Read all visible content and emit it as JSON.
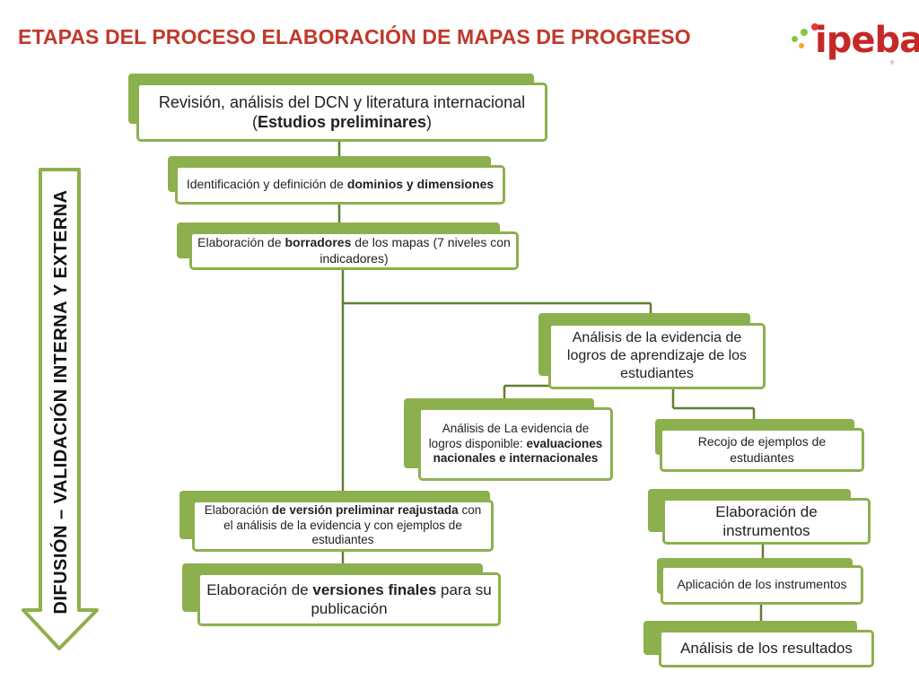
{
  "title": "ETAPAS DEL PROCESO ELABORACIÓN DE MAPAS DE PROGRESO",
  "logo": {
    "text": "ipeba",
    "tm": "®"
  },
  "side_label": "DIFUSIÓN – VALIDACIÓN INTERNA Y EXTERNA",
  "colors": {
    "title": "#c0392b",
    "box_border": "#8db04e",
    "logo": "#c62828"
  },
  "steps": {
    "s1": {
      "pre": "Revisión, análisis del DCN y literatura internacional (",
      "bold": "Estudios preliminares",
      "post": ")"
    },
    "s2": {
      "pre": "Identificación y definición de ",
      "bold": "dominios y dimensiones",
      "post": ""
    },
    "s3": {
      "pre": "Elaboración  de ",
      "bold": "borradores",
      "post": " de los mapas  (7 niveles con indicadores)"
    },
    "s4": {
      "pre": "Análisis  de la evidencia de logros de aprendizaje de los estudiantes",
      "bold": "",
      "post": ""
    },
    "s5": {
      "pre": "Análisis de La evidencia de logros disponible: ",
      "bold": "evaluaciones nacionales e internacionales",
      "post": ""
    },
    "s6": {
      "pre": "Recojo  de ejemplos de estudiantes",
      "bold": "",
      "post": ""
    },
    "s7": {
      "pre": "Elaboración ",
      "bold": "de versión preliminar reajustada",
      "post": " con el análisis de la  evidencia y con ejemplos de estudiantes"
    },
    "s8": {
      "pre": "Elaboración de instrumentos",
      "bold": "",
      "post": ""
    },
    "s9": {
      "pre": "Aplicación de los instrumentos",
      "bold": "",
      "post": ""
    },
    "s10": {
      "pre": "Elaboración de ",
      "bold": "versiones finales",
      "post": " para su publicación"
    },
    "s11": {
      "pre": "Análisis de los resultados",
      "bold": "",
      "post": ""
    }
  }
}
